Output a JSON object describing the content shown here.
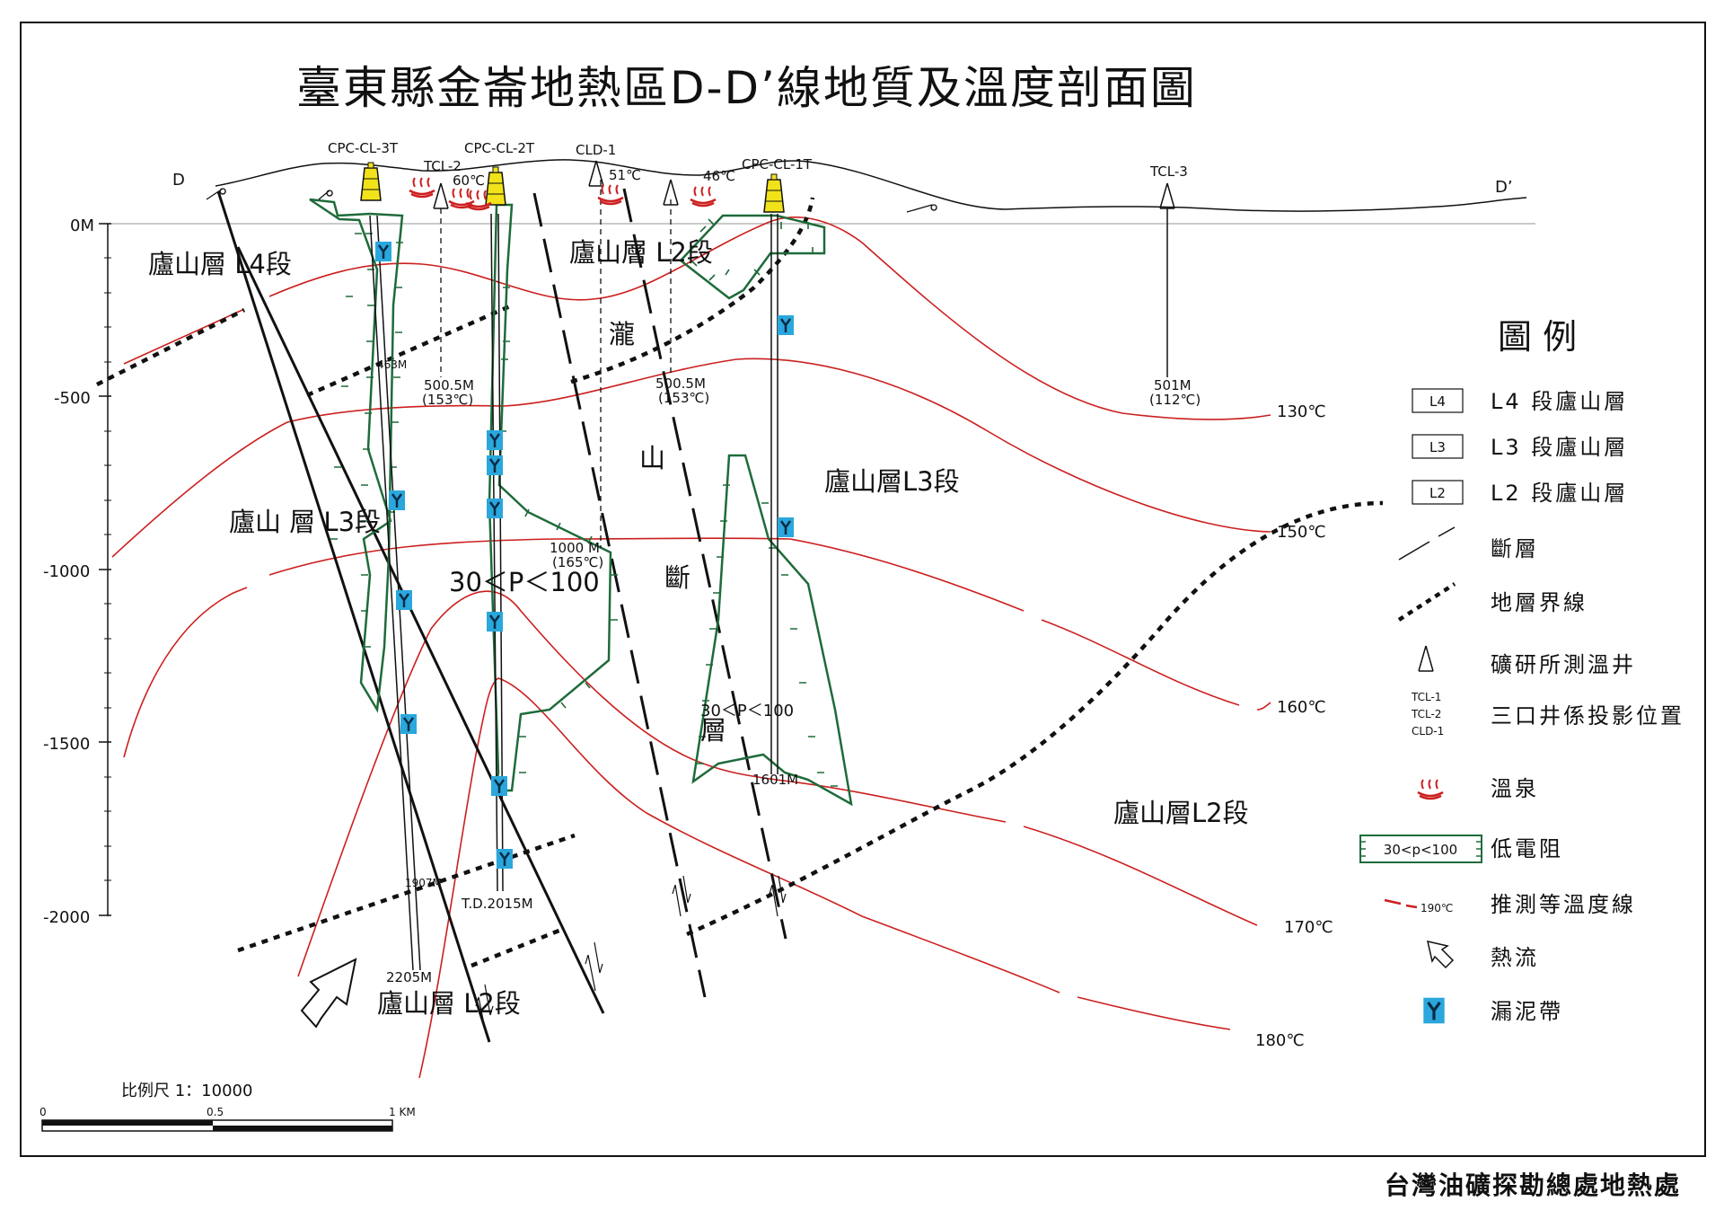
{
  "title": "臺東縣金崙地熱區D-D’線地質及溫度剖面圖",
  "footer": "台灣油礦探勘總處地熱處",
  "profile_ends": {
    "left": "D",
    "right": "D’"
  },
  "depth_axis": [
    "0M",
    "-500",
    "-1000",
    "-1500",
    "-2000"
  ],
  "wells": {
    "cpc_cl_3t": "CPC-CL-3T",
    "tcl_2": "TCL-2",
    "cpc_cl_2t": "CPC-CL-2T",
    "cld_1": "CLD-1",
    "cpc_cl_1t": "CPC-CL-1T",
    "tcl_3": "TCL-3"
  },
  "surface_temps": {
    "t60": "60℃",
    "t51": "51℃",
    "t46": "46℃"
  },
  "depth_labels": {
    "d463": "463M",
    "d5005a": "500.5M",
    "t153a": "(153℃)",
    "d5005b": "500.5M",
    "t153b": "(153℃)",
    "d501": "501M",
    "t112": "(112℃)",
    "d1000": "1000 M",
    "t165": "(165℃)",
    "d1601": "1601M",
    "d1907": "1907M",
    "d2205": "2205M",
    "td2015": "T.D.2015M"
  },
  "formations": {
    "l4_left": "廬山層  L4段",
    "l2_top": "廬山層  L2段",
    "l3_left": "廬山    層    L3段",
    "l3_right": "廬山層L3段",
    "l2_right": "廬山層L2段",
    "l2_bottom": "廬山層    L2段"
  },
  "fault_name_chars": [
    "瀧",
    "山",
    "斷",
    "層"
  ],
  "resistivity_labels": {
    "r1": "30＜P＜100",
    "r2": "30＜P＜100"
  },
  "isotherms": [
    "130℃",
    "150℃",
    "160℃",
    "170℃",
    "180℃"
  ],
  "scale": {
    "label": "比例尺  1：10000",
    "ticks": [
      "0",
      "0.5",
      "1 KM"
    ]
  },
  "legend": {
    "title": "圖    例",
    "items": [
      {
        "box": "L4",
        "label": "L4 段廬山層"
      },
      {
        "box": "L3",
        "label": "L3 段廬山層"
      },
      {
        "box": "L2",
        "label": "L2 段廬山層"
      },
      {
        "label": "斷層"
      },
      {
        "label": "地層界線"
      },
      {
        "label": "礦研所測溫井"
      },
      {
        "label": "三口井係投影位置",
        "wells": [
          "TCL-1",
          "TCL-2",
          "CLD-1"
        ]
      },
      {
        "label": "溫泉"
      },
      {
        "box": "30<p<100",
        "label": "低電阻"
      },
      {
        "sample": "190℃",
        "label": "推測等溫度線"
      },
      {
        "label": "熱流"
      },
      {
        "label": "漏泥帶"
      }
    ]
  },
  "colors": {
    "isotherm": "#cc1f1f",
    "resistivity": "#1e6b3a",
    "mud_loss": "#2aa7dc",
    "derrick": "#f2e21a",
    "ink": "#111111"
  },
  "icons": {
    "mud_loss": "y-mud-loss-icon",
    "hot_spring": "hot-spring-icon",
    "derrick": "derrick-icon",
    "temp_well": "temp-well-icon",
    "heat_flow": "heat-flow-arrow-icon"
  }
}
